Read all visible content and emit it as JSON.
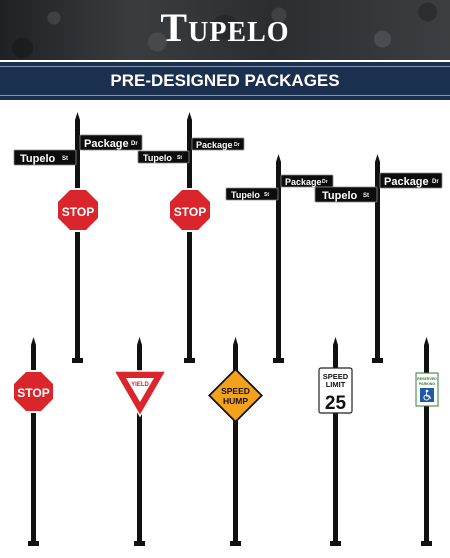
{
  "header": {
    "brand": "Tupelo"
  },
  "banner": {
    "title": "PRE-DESIGNED PACKAGES"
  },
  "signs": {
    "street_primary": "Package",
    "street_primary_suffix": "Dr",
    "street_secondary": "Tupelo",
    "street_secondary_suffix": "St",
    "stop": "STOP",
    "yield": "YIELD",
    "speed_hump_line1": "SPEED",
    "speed_hump_line2": "HUMP",
    "speed_limit_line1": "SPEED",
    "speed_limit_line2": "LIMIT",
    "speed_limit_value": "25",
    "reserved_line1": "RESERVED",
    "reserved_line2": "PARKING"
  },
  "colors": {
    "banner": "#1b2f4f",
    "post": "#111111",
    "street_sign": "#0c0c0c",
    "stop_red": "#d9252b",
    "speed_hump_orange": "#f4a11d",
    "handicap_blue": "#1f5aa6"
  }
}
